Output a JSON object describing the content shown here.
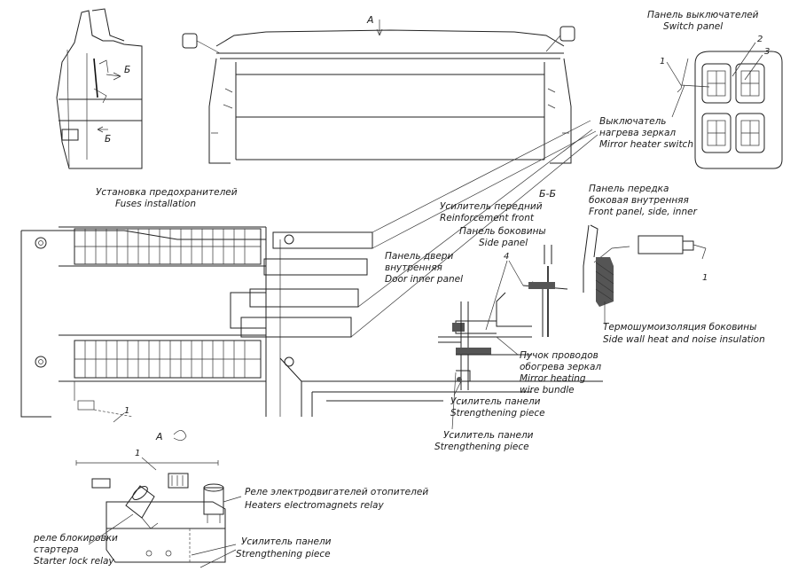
{
  "labels": {
    "view_a_top": "A",
    "section_b_upper": "Б",
    "section_b_lower": "Б",
    "switch_panel_ru": "Панель выключателей",
    "switch_panel_en": "Switch panel",
    "callout_1_switch": "1",
    "callout_2": "2",
    "callout_3": "3",
    "mirror_switch_ru_1": "Выключатель",
    "mirror_switch_ru_2": "нагрева зеркал",
    "mirror_switch_en": "Mirror heater switch",
    "fuses_ru": "Установка предохранителей",
    "fuses_en": "Fuses installation",
    "reinf_front_ru": "Усилитель передний",
    "reinf_front_en": "Reinforcement  front",
    "section_bb": "Б-Б",
    "front_panel_ru_1": "Панель передка",
    "front_panel_ru_2": "боковая внутренняя",
    "front_panel_en": "Front panel, side, inner",
    "side_panel_ru": "Панель боковины",
    "side_panel_en": "Side panel",
    "door_panel_ru_1": "Панель двери",
    "door_panel_ru_2": "внутренняя",
    "door_panel_en": "Door inner panel",
    "callout_4": "4",
    "callout_1_right": "1",
    "insulation_ru": "Термошумоизоляция боковины",
    "insulation_en": "Side wall heat and noise insulation",
    "bundle_ru_1": "Пучок проводов",
    "bundle_ru_2": "обогрева зеркал",
    "bundle_en_1": "Mirror heating",
    "bundle_en_2": "wire bundle",
    "strength_1_ru": "Усилитель панели",
    "strength_1_en": "Strengthening piece",
    "strength_2_ru": "Усилитель панели",
    "strength_2_en": "Strengthening piece",
    "callout_1_fuse": "1",
    "view_a_bottom": "A",
    "callout_1_bottom": "1",
    "heaters_relay_ru": "Реле электродвигателей отопителей",
    "heaters_relay_en": "Heaters electromagnets relay",
    "starter_relay_ru_1": "реле блокировки",
    "starter_relay_ru_2": "стартера",
    "starter_relay_en": "Starter lock relay",
    "strength_3_ru": "Усилитель панели",
    "strength_3_en": "Strengthening piece"
  }
}
